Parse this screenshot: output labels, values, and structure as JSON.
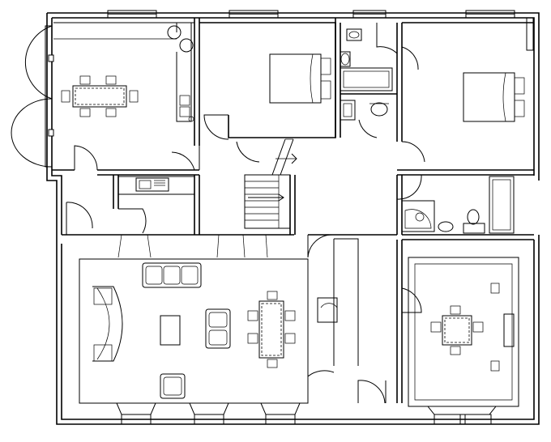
{
  "diagram": {
    "type": "architectural floor plan",
    "line_color": "#000000",
    "background": "#ffffff",
    "rooms": [
      "kitchen-dining",
      "bedroom-left",
      "bathroom",
      "bedroom-right",
      "utility",
      "hall-stairs",
      "ensuite-shower",
      "living-room",
      "dining-room"
    ],
    "text_labels": []
  }
}
